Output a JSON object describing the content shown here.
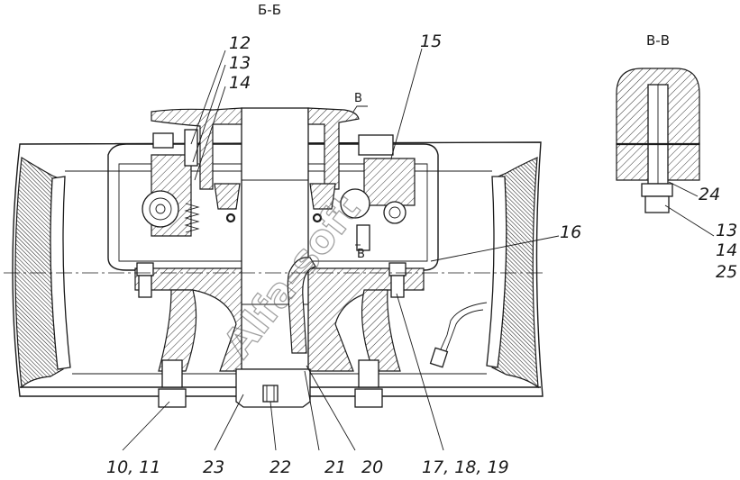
{
  "section_titles": {
    "main": "Б-Б",
    "detail": "В-В"
  },
  "section_marks": {
    "top": "В",
    "bottom": "В"
  },
  "watermark": "Alfa-soft",
  "callouts": {
    "c12": "12",
    "c13": "13",
    "c14": "14",
    "c15": "15",
    "c16": "16",
    "c17_19": "17, 18, 19",
    "c20": "20",
    "c21": "21",
    "c22": "22",
    "c23": "23",
    "c10_11": "10, 11",
    "d24": "24",
    "d13": "13",
    "d14": "14",
    "d25": "25"
  }
}
